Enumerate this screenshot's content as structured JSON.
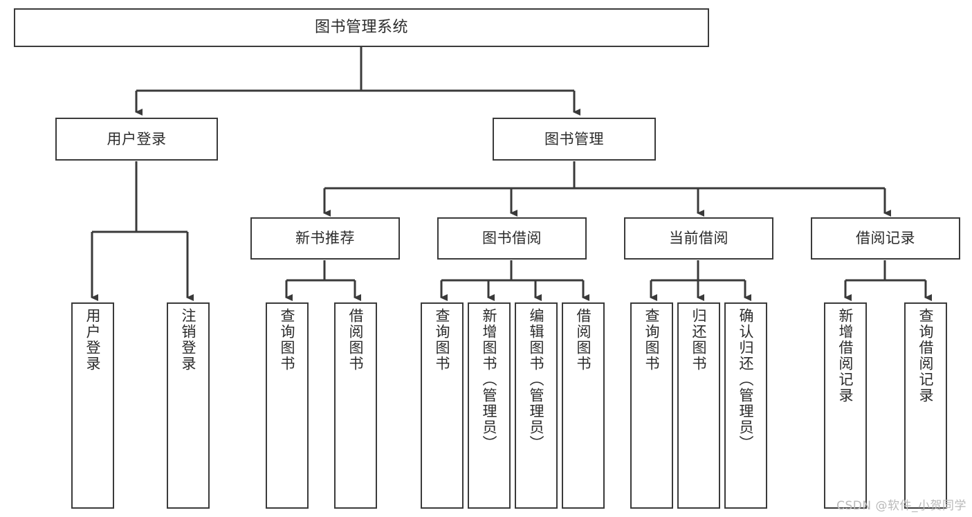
{
  "diagram": {
    "type": "tree",
    "title_node": {
      "id": "root",
      "label": "图书管理系统"
    },
    "level1": [
      {
        "id": "user-login",
        "label": "用户登录"
      },
      {
        "id": "book-management",
        "label": "图书管理"
      }
    ],
    "level2": [
      {
        "id": "new-book-recommend",
        "label": "新书推荐",
        "parent": "book-management"
      },
      {
        "id": "book-borrow",
        "label": "图书借阅",
        "parent": "book-management"
      },
      {
        "id": "current-borrow",
        "label": "当前借阅",
        "parent": "book-management"
      },
      {
        "id": "borrow-record",
        "label": "借阅记录",
        "parent": "book-management"
      }
    ],
    "leaves": {
      "user-login": [
        {
          "id": "leaf-user-login",
          "label": "用户登录"
        },
        {
          "id": "leaf-logout-login",
          "label": "注销登录"
        }
      ],
      "new-book-recommend": [
        {
          "id": "leaf-query-book-1",
          "label": "查询图书"
        },
        {
          "id": "leaf-borrow-book-1",
          "label": "借阅图书"
        }
      ],
      "book-borrow": [
        {
          "id": "leaf-query-book-2",
          "label": "查询图书"
        },
        {
          "id": "leaf-add-book",
          "label": "新增图书（管理员）"
        },
        {
          "id": "leaf-edit-book",
          "label": "编辑图书（管理员）"
        },
        {
          "id": "leaf-borrow-book-2",
          "label": "借阅图书"
        }
      ],
      "current-borrow": [
        {
          "id": "leaf-query-book-3",
          "label": "查询图书"
        },
        {
          "id": "leaf-return-book",
          "label": "归还图书"
        },
        {
          "id": "leaf-confirm-return",
          "label": "确认归还（管理员）"
        }
      ],
      "borrow-record": [
        {
          "id": "leaf-add-record",
          "label": "新增借阅记录"
        },
        {
          "id": "leaf-query-record",
          "label": "查询借阅记录"
        }
      ]
    },
    "colors": {
      "background": "#ffffff",
      "border": "#3a3a3a",
      "text": "#2b2b2b",
      "connector": "#3a3a3a",
      "watermark": "#b9b9b9"
    }
  },
  "watermark": {
    "text": "CSDN @软件_小贺同学"
  }
}
